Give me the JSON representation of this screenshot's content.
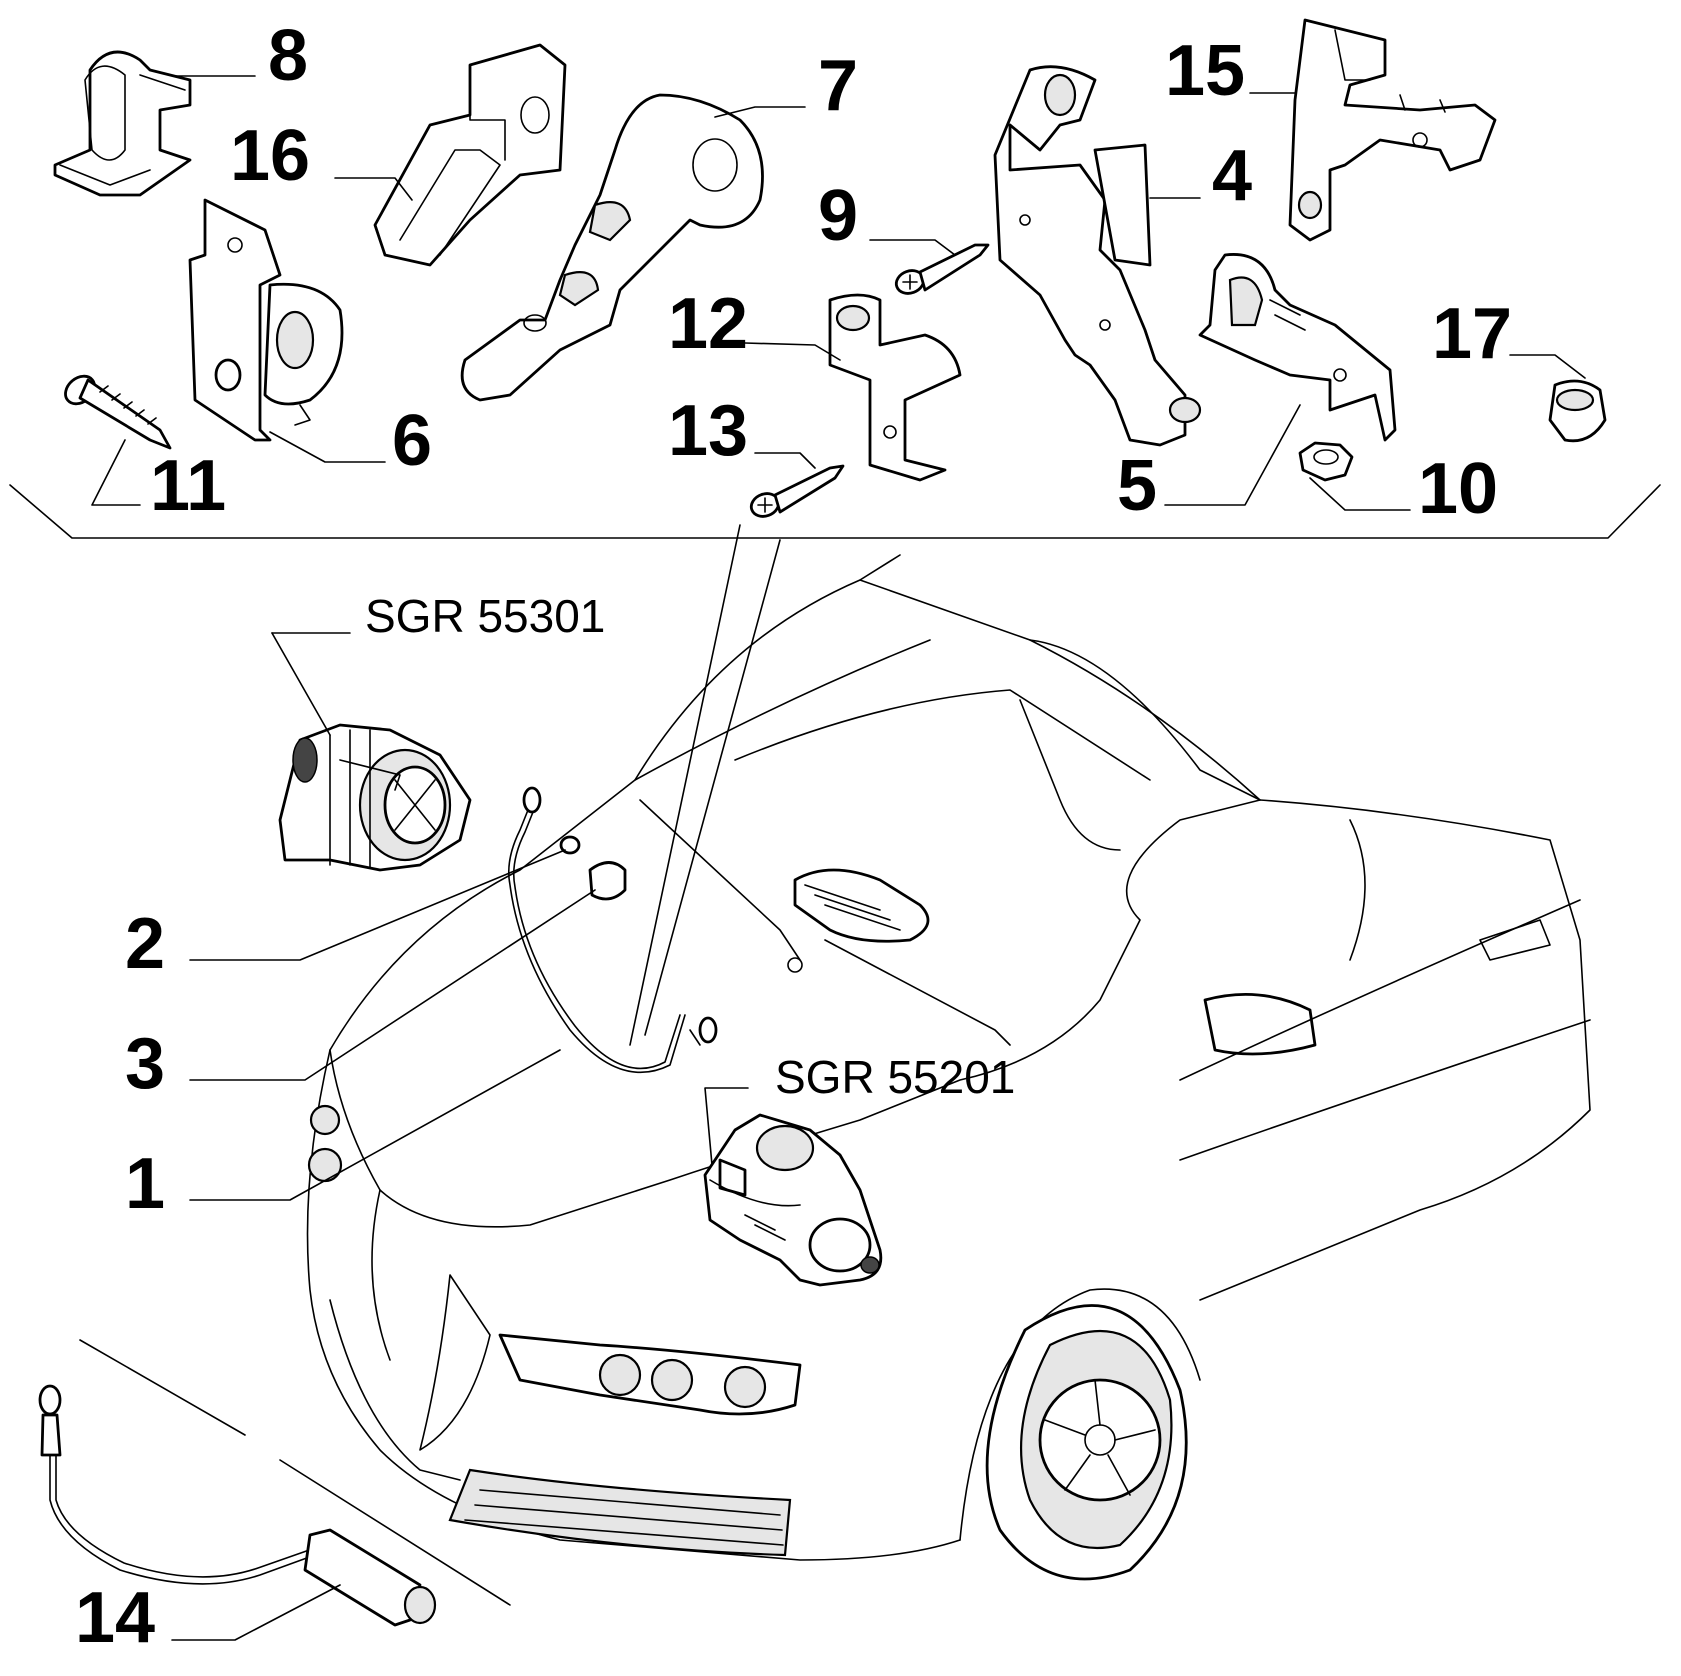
{
  "callouts": {
    "n1": "1",
    "n2": "2",
    "n3": "3",
    "n4": "4",
    "n5": "5",
    "n6": "6",
    "n7": "7",
    "n8": "8",
    "n9": "9",
    "n10": "10",
    "n11": "11",
    "n12": "12",
    "n13": "13",
    "n14": "14",
    "n15": "15",
    "n16": "16",
    "n17": "17"
  },
  "references": {
    "alternator": "SGR 55301",
    "starter": "SGR 55201"
  },
  "icons": [
    "alternator-icon",
    "starter-motor-icon",
    "car-front-icon",
    "cable-icon",
    "bracket-icon",
    "screw-icon",
    "nut-icon",
    "clip-icon"
  ]
}
